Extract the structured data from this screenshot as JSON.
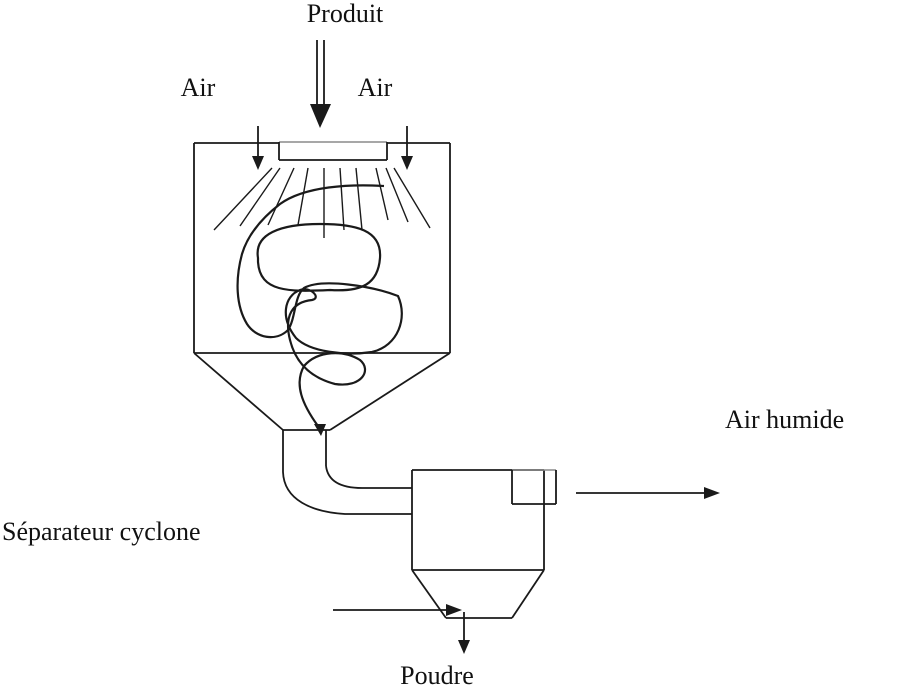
{
  "labels": {
    "produit": "Produit",
    "air_left": "Air",
    "air_right": "Air",
    "air_humide": "Air humide",
    "separateur": "Séparateur cyclone",
    "poudre": "Poudre"
  }
}
